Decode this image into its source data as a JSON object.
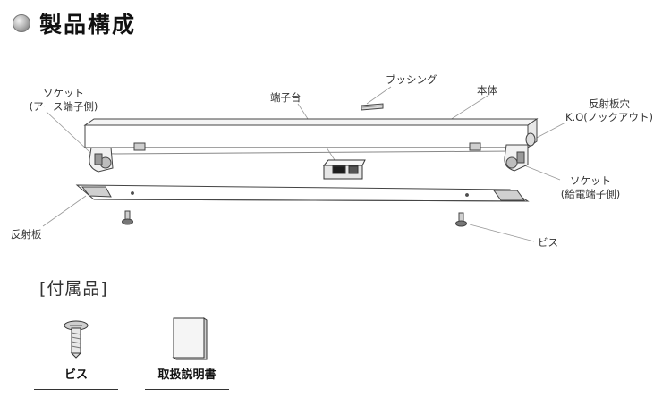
{
  "header": {
    "title": "製品構成"
  },
  "labels": {
    "socket_earth_line1": "ソケット",
    "socket_earth_line2": "(アース端子側)",
    "terminal_block": "端子台",
    "bushing": "ブッシング",
    "body": "本体",
    "knockout_line1": "反射板穴",
    "knockout_line2": "K.O(ノックアウト)",
    "socket_supply_line1": "ソケット",
    "socket_supply_line2": "(給電端子側)",
    "reflector": "反射板",
    "screw": "ビス"
  },
  "accessories": {
    "heading": "[付属品]",
    "items": [
      {
        "label": "ビス",
        "icon": "screw-icon"
      },
      {
        "label": "取扱説明書",
        "icon": "manual-icon"
      }
    ]
  }
}
